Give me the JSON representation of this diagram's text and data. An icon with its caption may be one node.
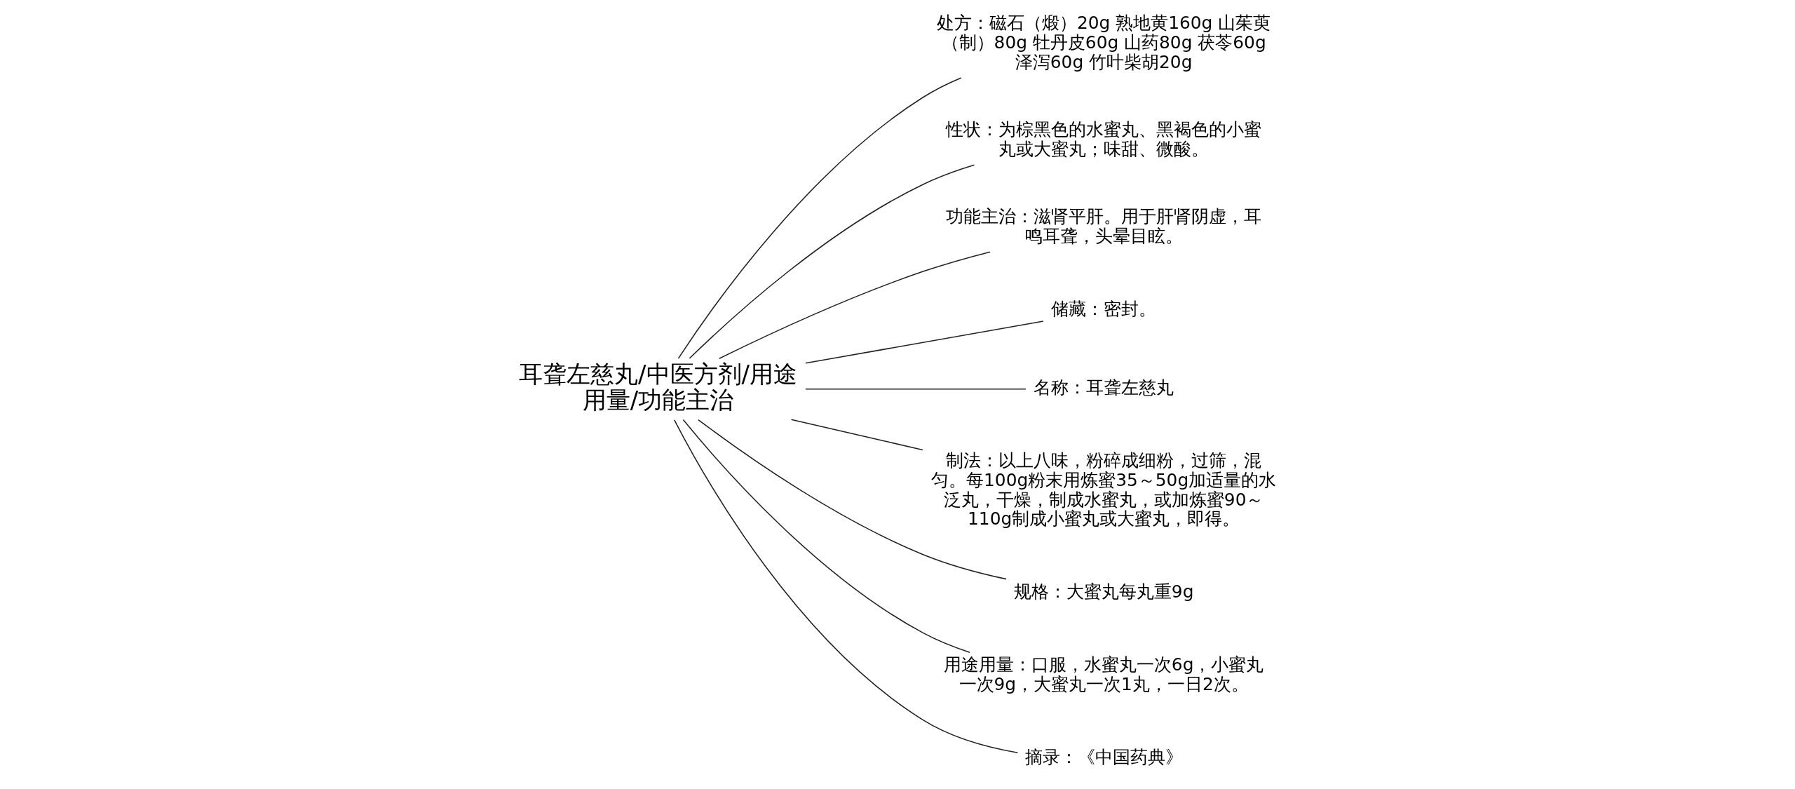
{
  "diagram": {
    "nodes": [
      {
        "text": [
          "耳聋左慈丸/中医方剂/用途用量/功能主治"
        ]
      },
      {
        "text": [
          "处方：磁石（煅）20g 熟地黄160g 山茱萸（制）80g 牡丹皮60g 山药80g 茯苓60g 泽泻60g 竹叶柴胡20g"
        ]
      },
      {
        "text": [
          "性状：为棕黑色的水蜜丸、黑褐色的小蜜丸或大蜜丸；味甜、微酸。"
        ]
      },
      {
        "text": [
          "功能主治：滋肾平肝。用于肝肾阴虚，耳鸣耳聋，头晕目眩。"
        ]
      },
      {
        "text": [
          "储藏：密封。"
        ]
      },
      {
        "text": [
          "名称：耳聋左慈丸"
        ]
      },
      {
        "text": [
          "制法：以上八味，粉碎成细粉，过筛，混匀。每100g粉末用炼蜜35～50g加适量的水泛丸，干燥，制成水蜜丸，或加炼蜜90～110g制成小蜜丸或大蜜丸，即得。"
        ]
      },
      {
        "text": [
          "规格：大蜜丸每丸重9g"
        ]
      },
      {
        "text": [
          "用途用量：口服，水蜜丸一次6g，小蜜丸一次9g，大蜜丸一次1丸，一日2次。"
        ]
      },
      {
        "text": [
          "摘录：《中国药典》"
        ]
      }
    ],
    "edges": [
      {
        "from": 0,
        "to": 1,
        "arrow": "none"
      },
      {
        "from": 0,
        "to": 2,
        "arrow": "none"
      },
      {
        "from": 0,
        "to": 3,
        "arrow": "none"
      },
      {
        "from": 0,
        "to": 4,
        "arrow": "none"
      },
      {
        "from": 0,
        "to": 5,
        "arrow": "none"
      },
      {
        "from": 0,
        "to": 6,
        "arrow": "none"
      },
      {
        "from": 0,
        "to": 7,
        "arrow": "none"
      },
      {
        "from": 0,
        "to": 8,
        "arrow": "none"
      },
      {
        "from": 0,
        "to": 9,
        "arrow": "none"
      }
    ]
  }
}
